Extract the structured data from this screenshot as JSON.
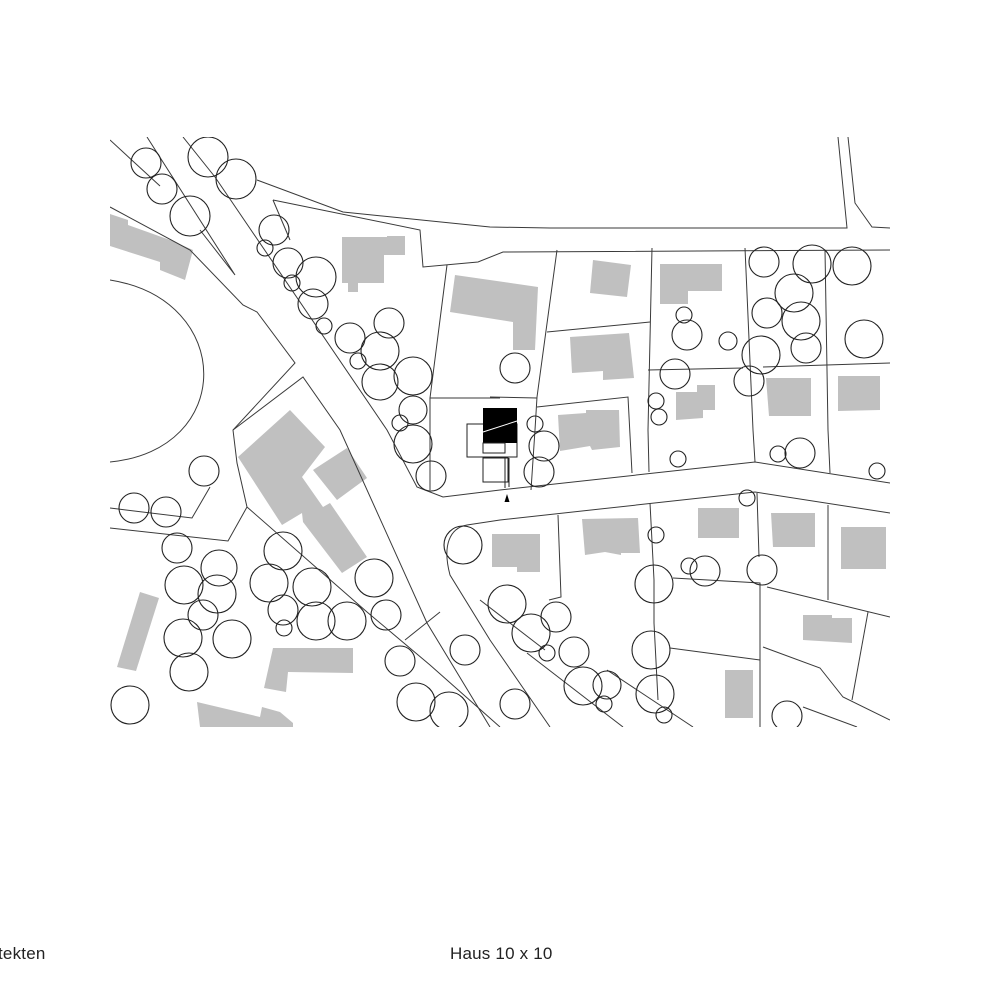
{
  "drawing": {
    "type": "site plan",
    "colors": {
      "background": "#ffffff",
      "line": "#3a3a3a",
      "neighbor_building": "#c0c0c0",
      "project_building": "#000000"
    },
    "icons": {
      "entrance_marker": "triangle-up-icon"
    }
  },
  "captions": {
    "left": "tekten",
    "right": "Haus 10 x 10"
  }
}
